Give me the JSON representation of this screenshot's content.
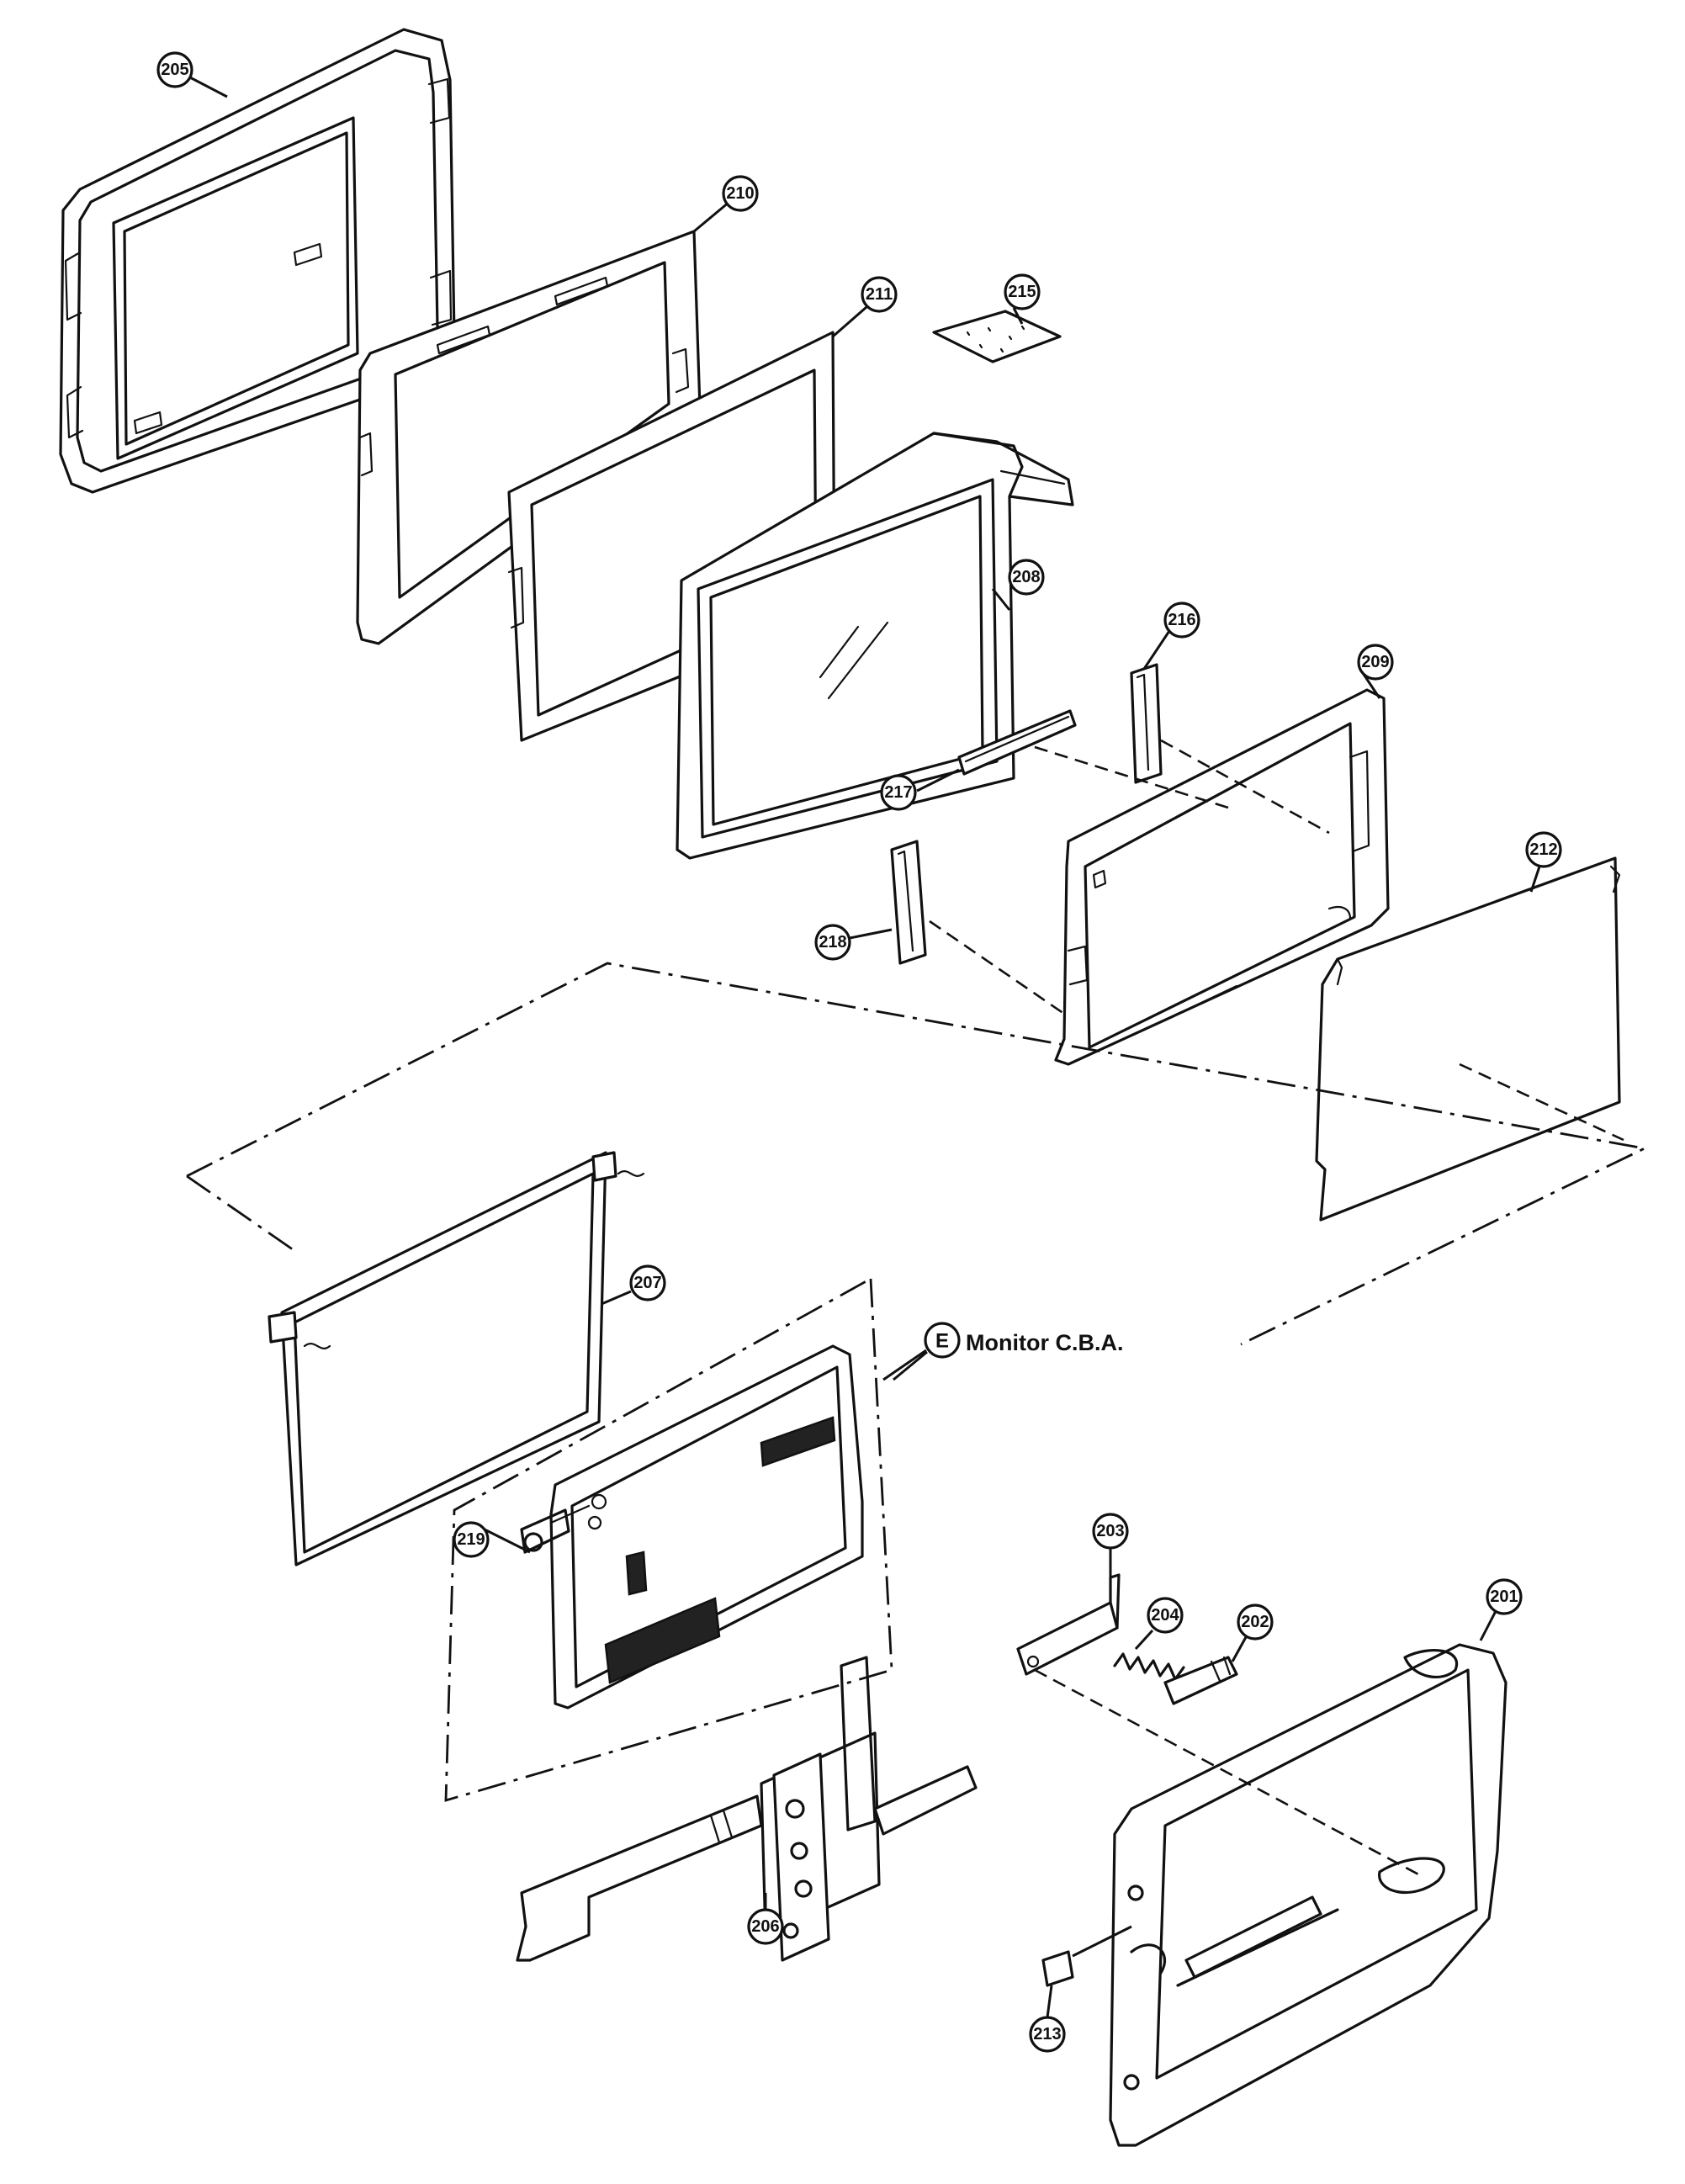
{
  "diagram": {
    "type": "exploded-parts-view",
    "parts": [
      {
        "id": "205",
        "label": "205"
      },
      {
        "id": "210",
        "label": "210"
      },
      {
        "id": "211",
        "label": "211"
      },
      {
        "id": "215",
        "label": "215"
      },
      {
        "id": "208",
        "label": "208"
      },
      {
        "id": "216",
        "label": "216"
      },
      {
        "id": "209",
        "label": "209"
      },
      {
        "id": "217",
        "label": "217"
      },
      {
        "id": "212",
        "label": "212"
      },
      {
        "id": "218",
        "label": "218"
      },
      {
        "id": "207",
        "label": "207"
      },
      {
        "id": "219",
        "label": "219"
      },
      {
        "id": "203",
        "label": "203"
      },
      {
        "id": "204",
        "label": "204"
      },
      {
        "id": "202",
        "label": "202"
      },
      {
        "id": "201",
        "label": "201"
      },
      {
        "id": "206",
        "label": "206"
      },
      {
        "id": "213",
        "label": "213"
      }
    ],
    "assembly": {
      "letter": "E",
      "name": "Monitor C.B.A."
    }
  }
}
